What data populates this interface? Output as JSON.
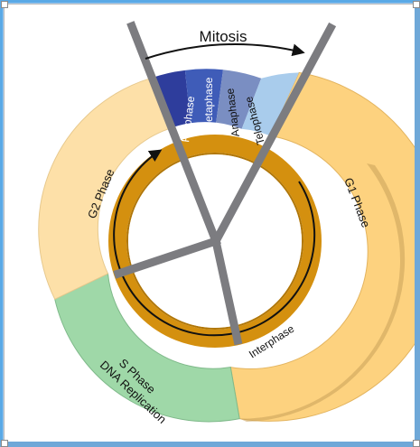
{
  "diagram": {
    "title": "Mitosis",
    "phases": {
      "g1": "G1 Phase",
      "g2": "G2 Phase",
      "s_line1": "S Phase",
      "s_line2": "DNA Replication",
      "interphase": "Interphase"
    },
    "mitosis_stages": [
      "Prophase",
      "Metaphase",
      "Anaphase",
      "Telophase"
    ]
  },
  "colors": {
    "g1": "#fdd27f",
    "g2": "#fde0a8",
    "s": "#9fd8a8",
    "band": "#d4900f",
    "prophase": "#2e3d9c",
    "metaphase": "#3f5cb8",
    "anaphase": "#7a8ec2",
    "telophase": "#a9ccec",
    "spindle": "#7c7c80"
  }
}
